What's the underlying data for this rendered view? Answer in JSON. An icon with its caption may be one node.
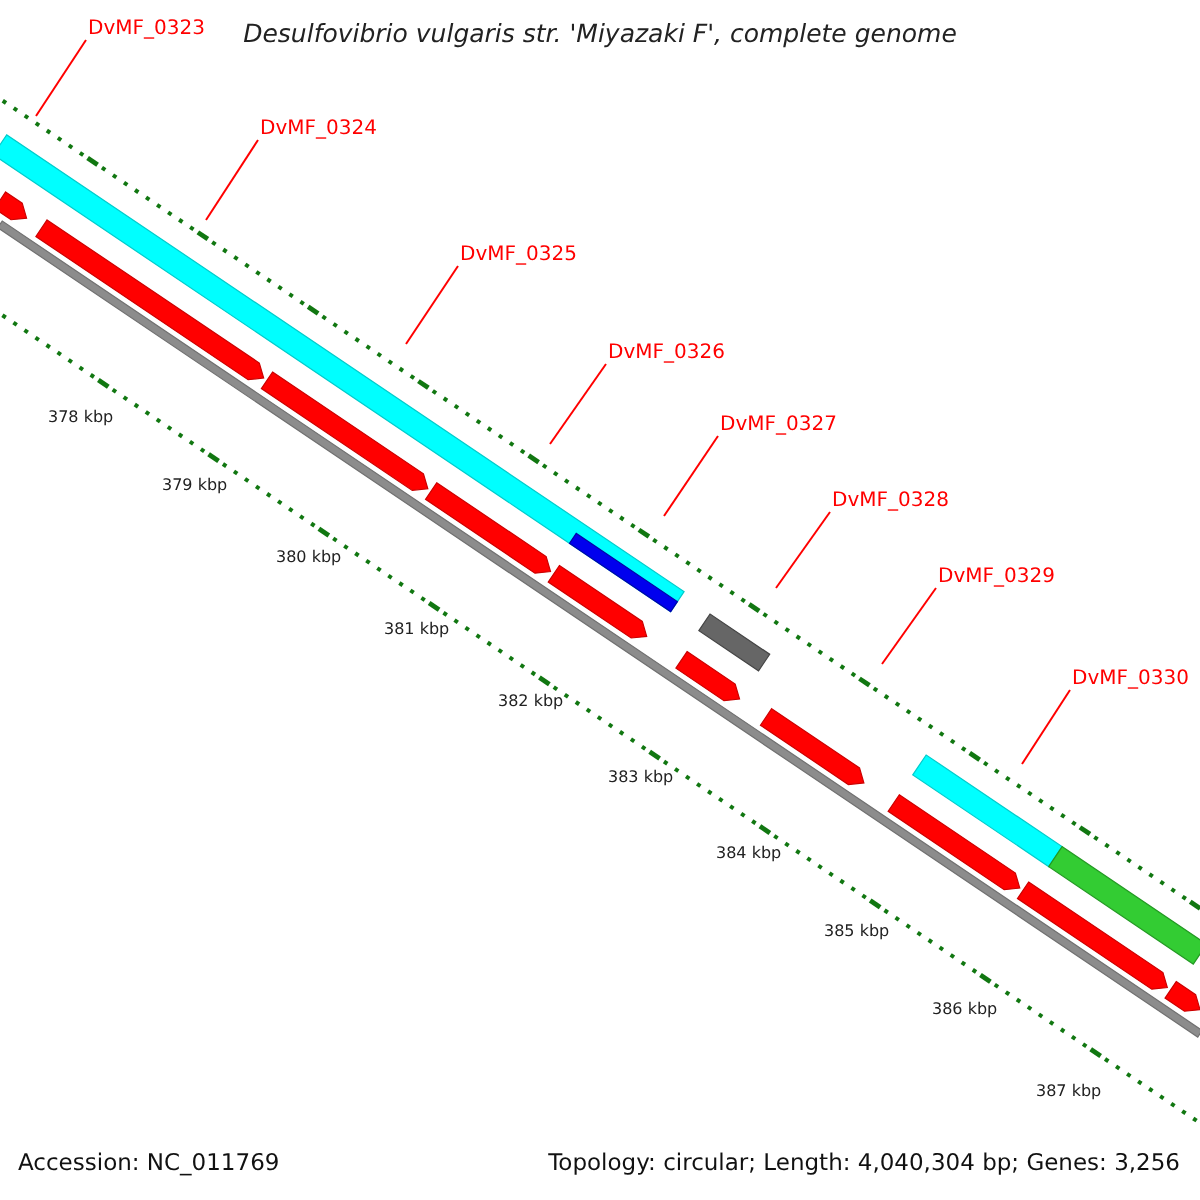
{
  "diagram": {
    "title": "Desulfovibrio vulgaris str. 'Miyazaki F', complete genome",
    "nodes": [
      {
        "text": [
          "DvMF_0323"
        ]
      },
      {
        "text": [
          "DvMF_0324"
        ]
      },
      {
        "text": [
          "DvMF_0325"
        ]
      },
      {
        "text": [
          "DvMF_0326"
        ]
      },
      {
        "text": [
          "DvMF_0327"
        ]
      },
      {
        "text": [
          "DvMF_0328"
        ]
      },
      {
        "text": [
          "DvMF_0329"
        ]
      },
      {
        "text": [
          "DvMF_0330"
        ]
      }
    ],
    "edges": [
      {
        "from": 0,
        "to": null,
        "arrow": "none"
      },
      {
        "from": 1,
        "to": null,
        "arrow": "none"
      },
      {
        "from": 2,
        "to": null,
        "arrow": "none"
      },
      {
        "from": 3,
        "to": null,
        "arrow": "none"
      },
      {
        "from": 4,
        "to": null,
        "arrow": "none"
      },
      {
        "from": 5,
        "to": null,
        "arrow": "none"
      },
      {
        "from": 6,
        "to": null,
        "arrow": "none"
      },
      {
        "from": 7,
        "to": null,
        "arrow": "none"
      }
    ],
    "labels": [
      "378 kbp",
      "379 kbp",
      "380 kbp",
      "381 kbp",
      "382 kbp",
      "383 kbp",
      "384 kbp",
      "385 kbp",
      "386 kbp",
      "387 kbp",
      "Accession: NC_011769",
      "Topology: circular; Length: 4,040,304 bp; Genes: 3,256"
    ]
  }
}
